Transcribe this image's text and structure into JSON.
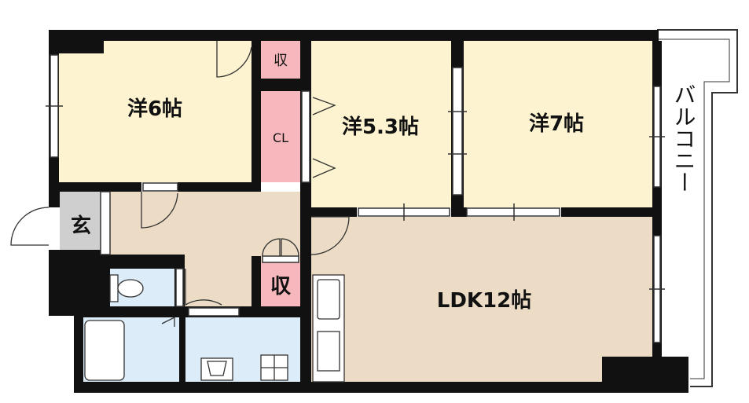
{
  "rooms": {
    "western_6": "洋6帖",
    "western_5_3": "洋5.3帖",
    "western_7": "洋7帖",
    "ldk": "LDK12帖",
    "storage_top": "収",
    "storage_mid": "収",
    "closet": "CL",
    "entrance": "玄",
    "balcony": "バルコニー"
  },
  "colors": {
    "room_yellow": "#fdf3d0",
    "room_beige": "#ecdcc6",
    "storage_pink": "#f6b8bc",
    "wet_blue": "#dcecf9",
    "entrance_gray": "#cfcfcf",
    "wall": "#111111"
  }
}
